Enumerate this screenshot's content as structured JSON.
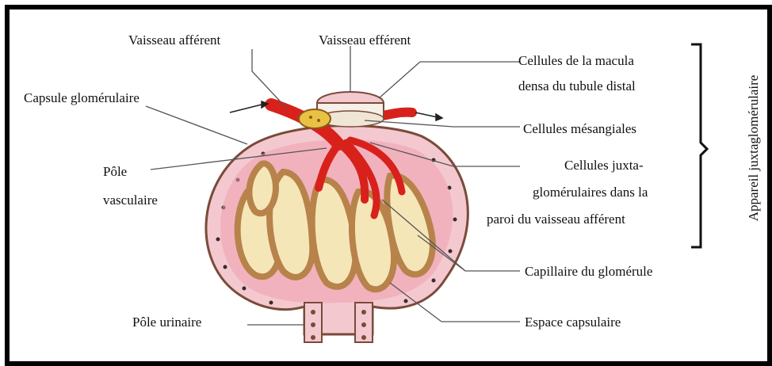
{
  "labels": {
    "vaisseau_afferent": "Vaisseau afférent",
    "vaisseau_efferent": "Vaisseau efférent",
    "capsule_glomerulaire": "Capsule glomérulaire",
    "pole_vasculaire_line1": "Pôle",
    "pole_vasculaire_line2": "vasculaire",
    "pole_urinaire": "Pôle urinaire",
    "macula_densa_line1": "Cellules de la macula",
    "macula_densa_line2": "densa du tubule distal",
    "cellules_mesangiales": "Cellules mésangiales",
    "juxta_line1": "Cellules  juxta-",
    "juxta_line2": "glomérulaires dans la",
    "juxta_line3": "paroi du vaisseau afférent",
    "capillaire_glomerule": "Capillaire du glomérule",
    "espace_capsulaire": "Espace capsulaire",
    "appareil_juxtaglomerulaire": "Appareil juxtaglomérulaire"
  },
  "colors": {
    "frame": "#000000",
    "capsule_outer": "#f3c9cf",
    "capsule_inner": "#e79aab",
    "capillary_brown": "#b7834a",
    "capillary_fill": "#f5e6b8",
    "arteriole_red": "#d8211b",
    "leader_line": "#555555"
  }
}
